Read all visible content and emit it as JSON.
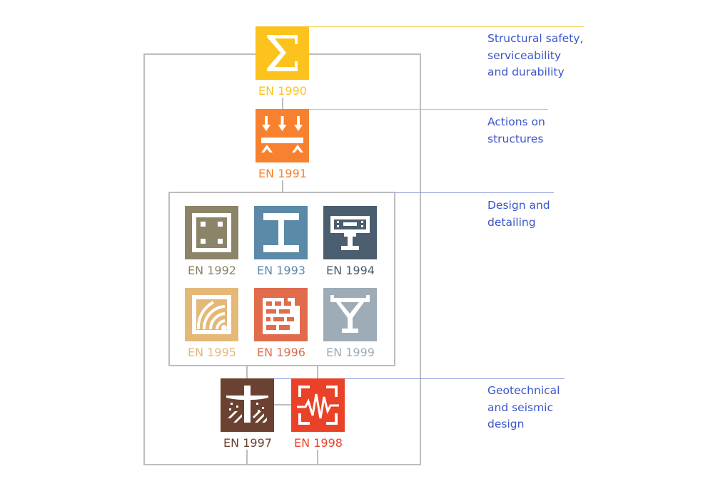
{
  "standards": [
    {
      "code": "EN 1990",
      "color": "#fcc31e",
      "icon": "sigma-icon"
    },
    {
      "code": "EN 1991",
      "color": "#f7812f",
      "icon": "loads-on-beam-icon"
    },
    {
      "code": "EN 1992",
      "color": "#8c8468",
      "icon": "concrete-section-icon"
    },
    {
      "code": "EN 1993",
      "color": "#5b8aa8",
      "icon": "steel-i-beam-icon"
    },
    {
      "code": "EN 1994",
      "color": "#4a5e6f",
      "icon": "composite-beam-icon"
    },
    {
      "code": "EN 1995",
      "color": "#e4b978",
      "icon": "timber-rings-icon"
    },
    {
      "code": "EN 1996",
      "color": "#e06c4c",
      "icon": "masonry-bricks-icon"
    },
    {
      "code": "EN 1999",
      "color": "#9eacb8",
      "icon": "aluminium-profile-icon"
    },
    {
      "code": "EN 1997",
      "color": "#6b4232",
      "icon": "foundation-pile-icon"
    },
    {
      "code": "EN 1998",
      "color": "#ea4228",
      "icon": "seismic-wave-icon"
    }
  ],
  "descriptions": [
    {
      "lines": [
        "Structural safety,",
        "serviceability",
        "and durability"
      ],
      "line_color": "#f5d24a"
    },
    {
      "lines": [
        "Actions on",
        "structures"
      ],
      "line_color": "#f3b58c"
    },
    {
      "lines": [
        "Design and",
        "detailing"
      ],
      "line_color": "#8c9ee0"
    },
    {
      "lines": [
        "Geotechnical",
        "and seismic",
        "design"
      ],
      "line_color": "#8c9ee0"
    }
  ],
  "connector_color": "#bdbdbd",
  "text_color": "#3c55c8"
}
